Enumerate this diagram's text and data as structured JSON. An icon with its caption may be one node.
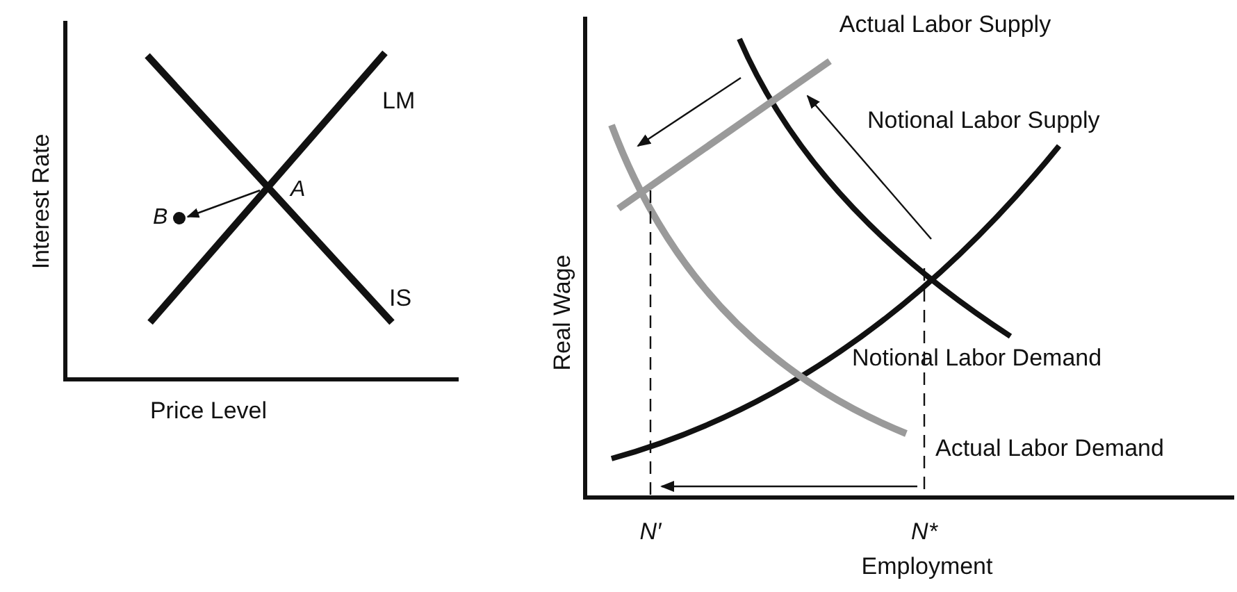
{
  "diagram": {
    "nodes": [
      {
        "text": [
          "A"
        ]
      },
      {
        "text": [
          "B"
        ]
      }
    ],
    "edges": [
      {
        "from": 0,
        "to": 1,
        "arrow": "to"
      }
    ],
    "labels": [
      "LM",
      "Interest Rate",
      "IS",
      "Price Level",
      "Actual Labor Supply",
      "Notional Labor Supply",
      "Real Wage",
      "Notional Labor Demand",
      "Actual Labor Demand",
      "N′",
      "N*",
      "Employment"
    ]
  }
}
